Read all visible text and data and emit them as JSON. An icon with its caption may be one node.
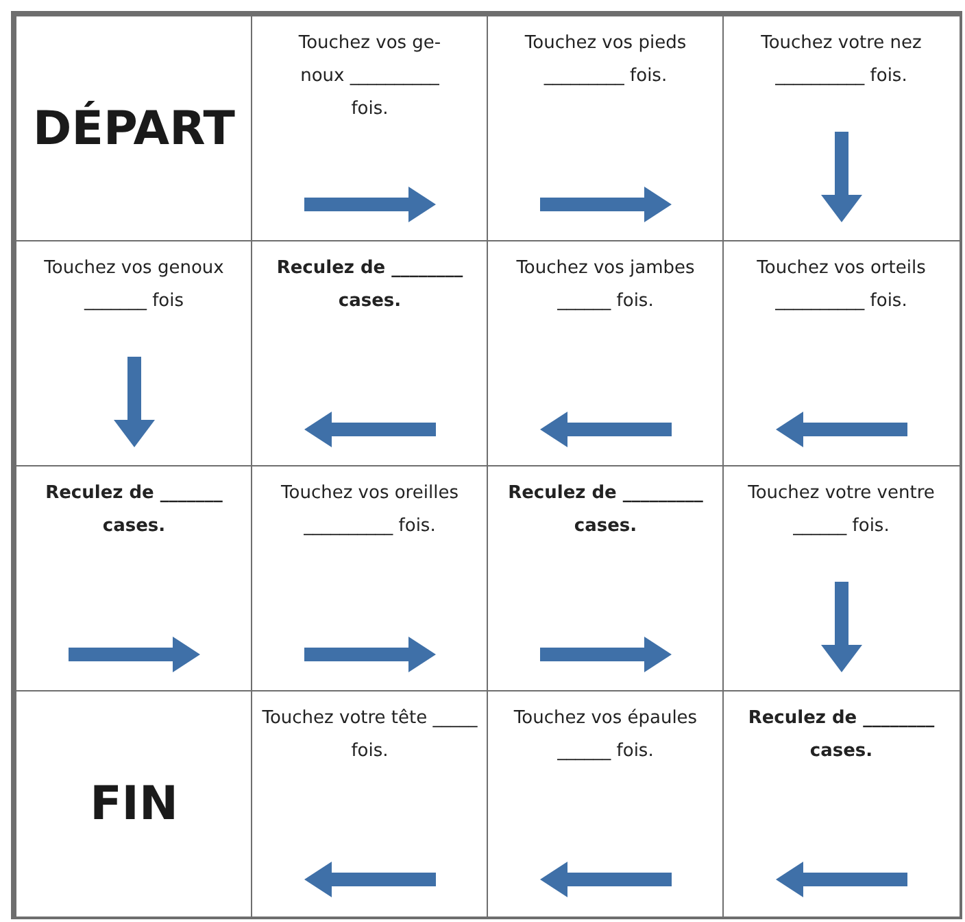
{
  "diagram": {
    "nodes": [
      {
        "text": [
          "DÉPART"
        ]
      },
      {
        "text": [
          "Touchez vos ge- noux __________ fois."
        ]
      },
      {
        "text": [
          "Touchez vos pieds _________ fois."
        ]
      },
      {
        "text": [
          "Touchez votre nez __________ fois."
        ]
      },
      {
        "text": [
          "Touchez vos genoux _______ fois"
        ]
      },
      {
        "text": [
          "Reculez de ________ cases."
        ]
      },
      {
        "text": [
          "Touchez vos jambes ______ fois."
        ]
      },
      {
        "text": [
          "Touchez vos orteils __________ fois."
        ]
      },
      {
        "text": [
          "Reculez de _______ cases."
        ]
      },
      {
        "text": [
          "Touchez vos oreilles __________ fois."
        ]
      },
      {
        "text": [
          "Reculez de _________ cases."
        ]
      },
      {
        "text": [
          "Touchez votre ventre ______ fois."
        ]
      },
      {
        "text": [
          "FIN"
        ]
      },
      {
        "text": [
          "Touchez votre tête _____ fois."
        ]
      },
      {
        "text": [
          "Touchez vos épaules ______ fois."
        ]
      },
      {
        "text": [
          "Reculez de ________ cases."
        ]
      }
    ]
  }
}
